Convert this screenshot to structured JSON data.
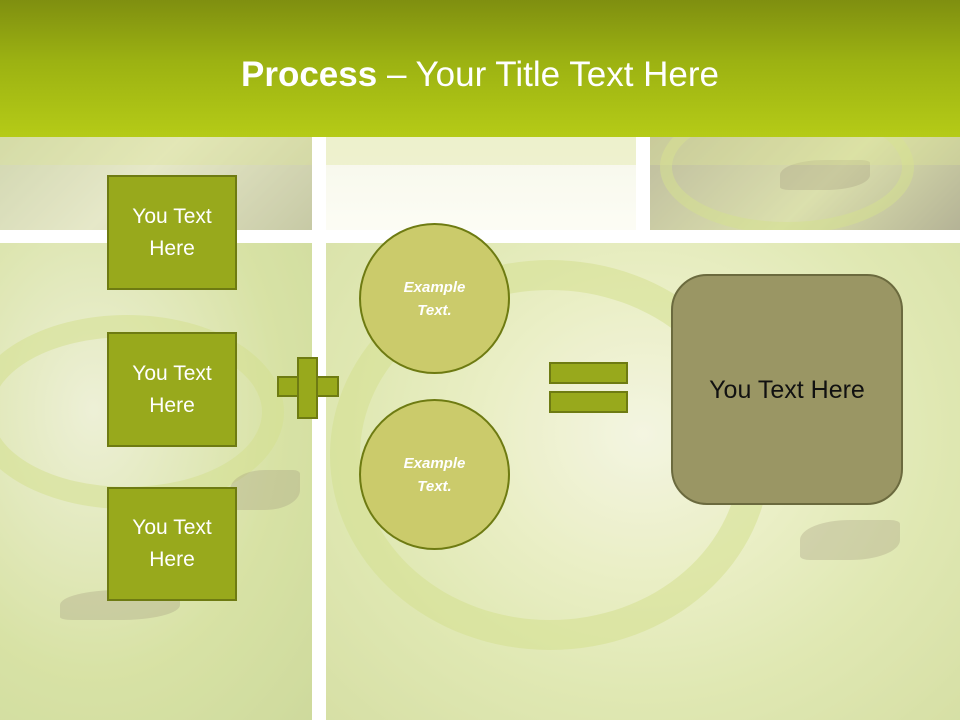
{
  "title": {
    "bold": "Process",
    "rest": " – Your Title Text Here"
  },
  "boxes": [
    "You Text Here",
    "You Text Here",
    "You Text Here"
  ],
  "circles": [
    "Example Text.",
    "Example Text."
  ],
  "result": "You Text Here",
  "colors": {
    "header": "#9cb212",
    "box_fill": "#98a91c",
    "box_border": "#6e7b12",
    "circle_fill": "#cbcb6b",
    "result_fill": "#9a9664"
  }
}
